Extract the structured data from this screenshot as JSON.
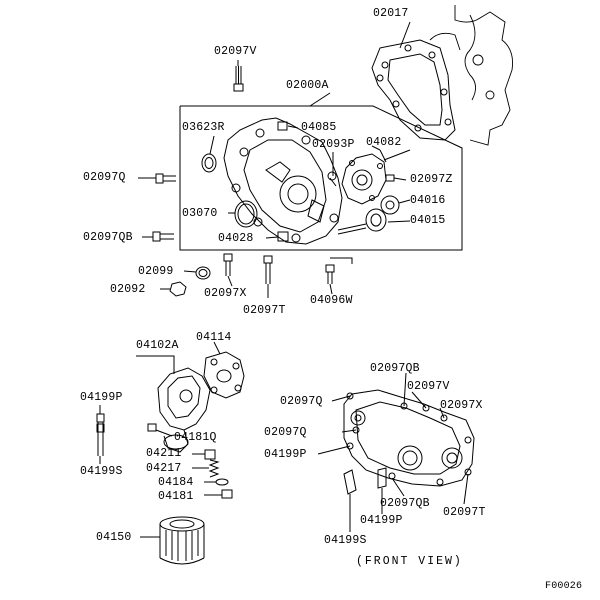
{
  "labels": {
    "l02017": "02017",
    "l02097V_top": "02097V",
    "l02000A": "02000A",
    "l03623R": "03623R",
    "l04085": "04085",
    "l02093P": "02093P",
    "l04082": "04082",
    "l02097Q_top": "02097Q",
    "l02097Z": "02097Z",
    "l04016": "04016",
    "l03070": "03070",
    "l04015": "04015",
    "l02097QB_top": "02097QB",
    "l04028": "04028",
    "l02099": "02099",
    "l02092": "02092",
    "l02097X_top": "02097X",
    "l02097T_top": "02097T",
    "l04096W": "04096W",
    "l04102A": "04102A",
    "l04114": "04114",
    "l04199P_left": "04199P",
    "l04199S_left": "04199S",
    "l04181Q": "04181Q",
    "l04211": "04211",
    "l04217": "04217",
    "l04184": "04184",
    "l04181": "04181",
    "l04150": "04150",
    "l02097QB_fv1": "02097QB",
    "l02097V_fv": "02097V",
    "l02097Q_fv1": "02097Q",
    "l02097X_fv": "02097X",
    "l02097Q_fv2": "02097Q",
    "l04199P_fv1": "04199P",
    "l02097QB_fv2": "02097QB",
    "l02097T_fv": "02097T",
    "l04199P_fv2": "04199P",
    "l04199S_fv": "04199S",
    "front_view": "(FRONT VIEW)",
    "figure_code": "F00026"
  }
}
